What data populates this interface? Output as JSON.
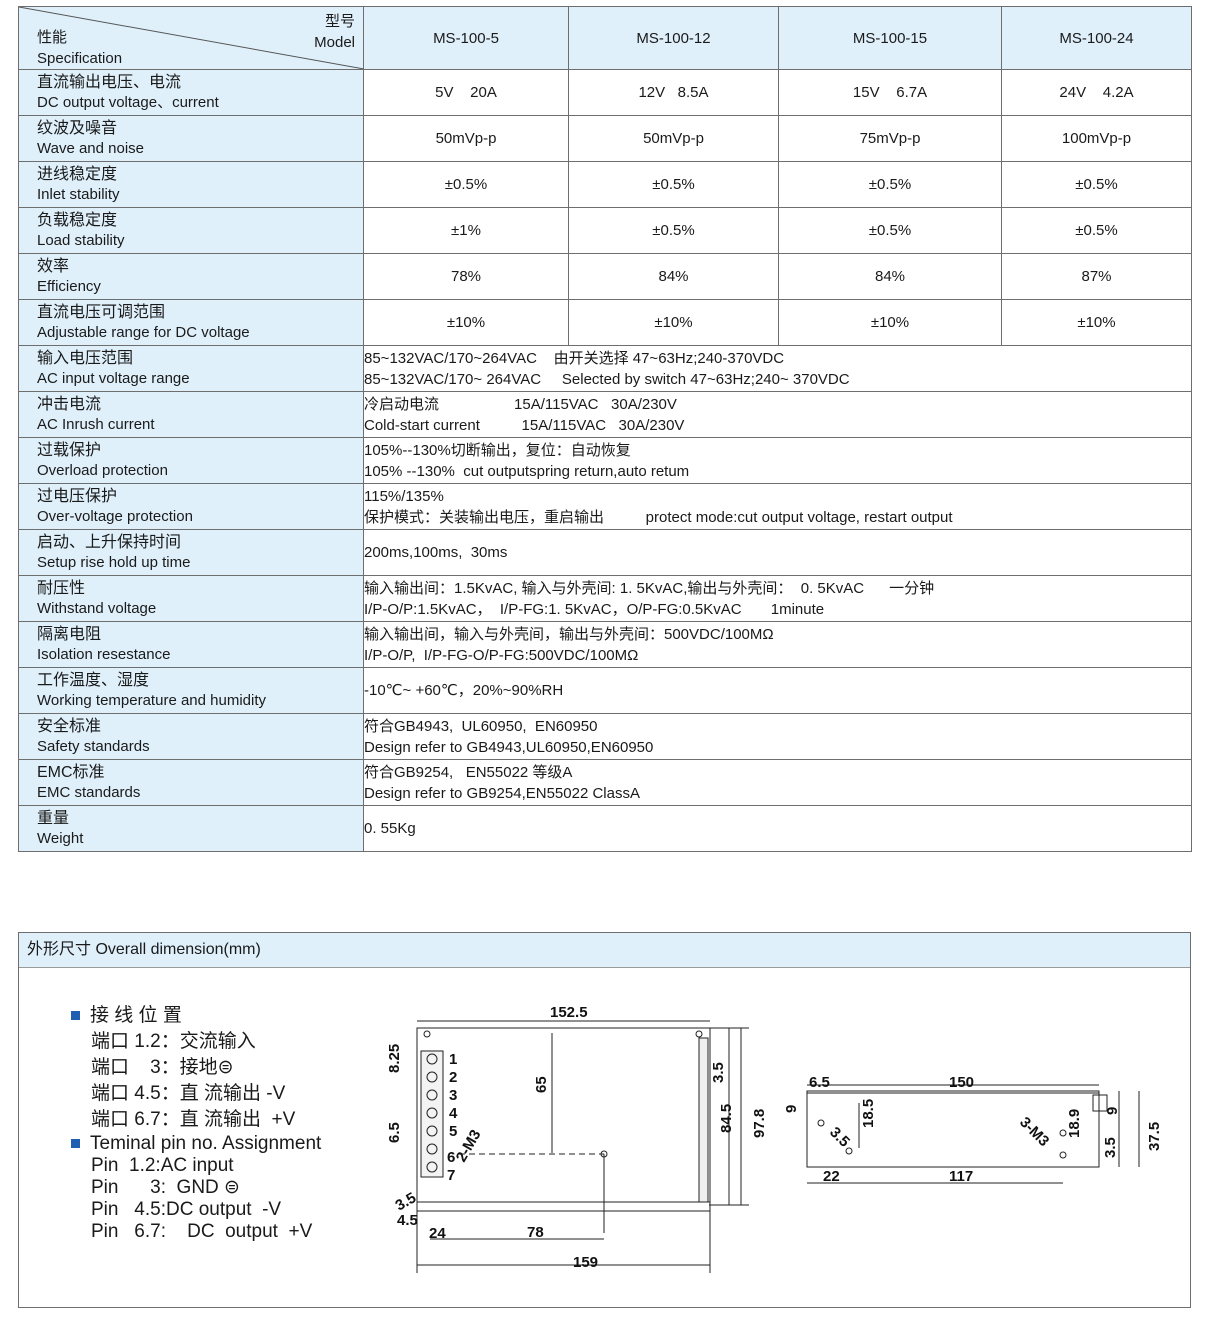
{
  "table": {
    "header": {
      "model_cn": "型号",
      "model_en": "Model",
      "spec_cn": "性能",
      "spec_en": "Specification",
      "models": [
        "MS-100-5",
        "MS-100-12",
        "MS-100-15",
        "MS-100-24"
      ]
    },
    "rows": [
      {
        "cn": "直流输出电压、电流",
        "en": "DC output voltage、current",
        "values": [
          "5V    20A",
          "12V   8.5A",
          "15V    6.7A",
          "24V    4.2A"
        ]
      },
      {
        "cn": "纹波及噪音",
        "en": "Wave and noise",
        "values": [
          "50mVp-p",
          "50mVp-p",
          "75mVp-p",
          "100mVp-p"
        ]
      },
      {
        "cn": "进线稳定度",
        "en": "Inlet stability",
        "values": [
          "±0.5%",
          "±0.5%",
          "±0.5%",
          "±0.5%"
        ]
      },
      {
        "cn": "负载稳定度",
        "en": "Load stability",
        "values": [
          "±1%",
          "±0.5%",
          "±0.5%",
          "±0.5%"
        ]
      },
      {
        "cn": "效率",
        "en": "Efficiency",
        "values": [
          "78%",
          "84%",
          "84%",
          "87%"
        ]
      },
      {
        "cn": "直流电压可调范围",
        "en": "Adjustable range for DC voltage",
        "values": [
          "±10%",
          "±10%",
          "±10%",
          "±10%"
        ]
      },
      {
        "cn": "输入电压范围",
        "en": "AC input voltage range",
        "lines": [
          "85~132VAC/170~264VAC    由开关选择 47~63Hz;240-370VDC",
          "85~132VAC/170~ 264VAC     Selected by switch 47~63Hz;240~ 370VDC"
        ]
      },
      {
        "cn": "冲击电流",
        "en": "AC Inrush current",
        "lines": [
          "冷启动电流                  15A/115VAC   30A/230V",
          "Cold-start current          15A/115VAC   30A/230V"
        ]
      },
      {
        "cn": "过载保护",
        "en": "Overload protection",
        "lines": [
          "105%--130%切断输出，复位：自动恢复",
          "105% --130%  cut outputspring return,auto retum"
        ]
      },
      {
        "cn": "过电压保护",
        "en": "Over-voltage protection",
        "lines": [
          "115%/135%",
          "保护模式：关装输出电压，重启输出          protect mode:cut output voltage, restart output"
        ]
      },
      {
        "cn": "启动、上升保持时间",
        "en": "Setup rise hold up time",
        "lines": [
          "200ms,100ms,  30ms"
        ]
      },
      {
        "cn": "耐压性",
        "en": "Withstand voltage",
        "lines": [
          "输入输出间：1.5KvAC, 输入与外壳间: 1. 5KvAC,输出与外壳间：  0. 5KvAC      一分钟",
          "I/P-O/P:1.5KvAC，  I/P-FG:1. 5KvAC，O/P-FG:0.5KvAC       1minute"
        ]
      },
      {
        "cn": "隔离电阻",
        "en": "Isolation resestance",
        "lines": [
          "输入输出间，输入与外壳间，输出与外壳间：500VDC/100MΩ",
          "I/P-O/P,  I/P-FG-O/P-FG:500VDC/100MΩ"
        ]
      },
      {
        "cn": "工作温度、湿度",
        "en": "Working temperature and humidity",
        "lines": [
          "-10℃~ +60℃，20%~90%RH"
        ]
      },
      {
        "cn": "安全标准",
        "en": "Safety standards",
        "lines": [
          "符合GB4943,  UL60950,  EN60950",
          "Design refer to GB4943,UL60950,EN60950"
        ]
      },
      {
        "cn": "EMC标准",
        "en": "EMC standards",
        "lines": [
          "符合GB9254,   EN55022 等级A",
          "Design refer to GB9254,EN55022 ClassA"
        ]
      },
      {
        "cn": "重量",
        "en": "Weight",
        "lines": [
          "0. 55Kg"
        ]
      }
    ]
  },
  "dimension": {
    "title": "外形尺寸  Overall dimension(mm)",
    "pins_cn_title": "接  线  位  置",
    "pins_cn": [
      "端口 1.2：交流输入",
      "端口    3：接地⊜",
      "端口 4.5：直 流输出 -V",
      "端口 6.7：直 流输出  +V"
    ],
    "pins_en_title": "Teminal pin no. Assignment",
    "pins_en": [
      "Pin  1.2:AC input",
      "Pin      3:  GND ⊜",
      "Pin   4.5:DC output  -V",
      "Pin   6.7:    DC  output  +V"
    ],
    "front_labels": {
      "w_top": "152.5",
      "d65": "65",
      "d825": "8.25",
      "d65b": "6.5",
      "d35": "3.5",
      "d845": "84.5",
      "d978": "97.8",
      "m3": "2-M3",
      "d35b": "3.5",
      "d45": "4.5",
      "d24": "24",
      "d78": "78",
      "d159": "159",
      "pins": [
        "1",
        "2",
        "3",
        "4",
        "5",
        "6",
        "7"
      ]
    },
    "side_labels": {
      "d65": "6.5",
      "d150": "150",
      "d9": "9",
      "d35": "3.5",
      "d185": "18.5",
      "m3": "3-M3",
      "d189": "18.9",
      "d9b": "9",
      "d35b": "3.5",
      "d375": "37.5",
      "d22": "22",
      "d117": "117"
    }
  }
}
